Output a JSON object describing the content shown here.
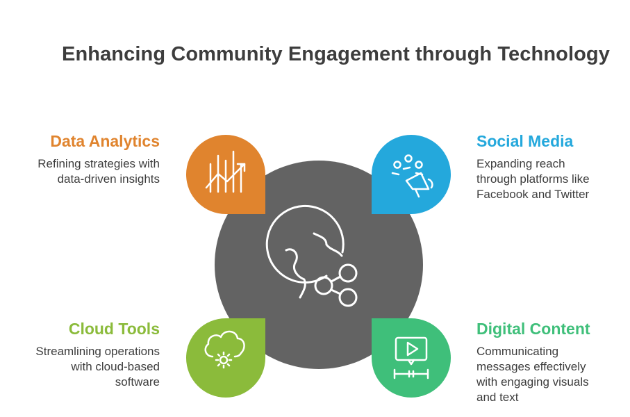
{
  "title": "Enhancing Community Engagement through Technology",
  "center": {
    "icon": "globe-share-icon",
    "color": "#636363"
  },
  "items": {
    "top_left": {
      "heading": "Data Analytics",
      "description": "Refining strategies with\ndata-driven insights",
      "color": "#e0842e",
      "icon": "chart-trend-up-icon"
    },
    "top_right": {
      "heading": "Social Media",
      "description": "Expanding reach\nthrough platforms like\nFacebook and Twitter",
      "color": "#24a8dc",
      "icon": "people-megaphone-icon"
    },
    "bottom_left": {
      "heading": "Cloud Tools",
      "description": "Streamlining operations\nwith cloud-based\nsoftware",
      "color": "#8bbb3b",
      "icon": "cloud-gear-icon"
    },
    "bottom_right": {
      "heading": "Digital Content",
      "description": "Communicating\nmessages effectively\nwith engaging visuals\nand text",
      "color": "#3fbf7a",
      "icon": "video-timeline-icon"
    }
  }
}
